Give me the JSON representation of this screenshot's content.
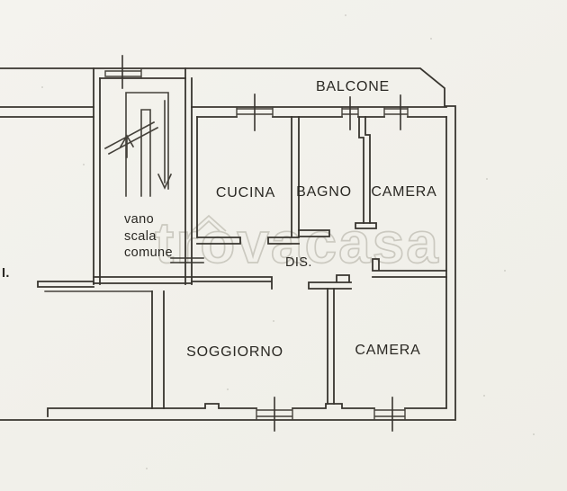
{
  "plan": {
    "rooms": {
      "balcone": "BALCONE",
      "cucina": "CUCINA",
      "bagno": "BAGNO",
      "camera_nord": "CAMERA",
      "dis": "DIS.",
      "soggiorno": "SOGGIORNO",
      "camera_sud": "CAMERA",
      "vano_scala_line1": "vano",
      "vano_scala_line2": "scala",
      "vano_scala_line3": "comune",
      "edge_label": "I."
    },
    "watermark": "trovacasa",
    "colors": {
      "paper": "#f2f1eb",
      "ink": "#38352f",
      "watermark": "#c5c3b9"
    }
  }
}
